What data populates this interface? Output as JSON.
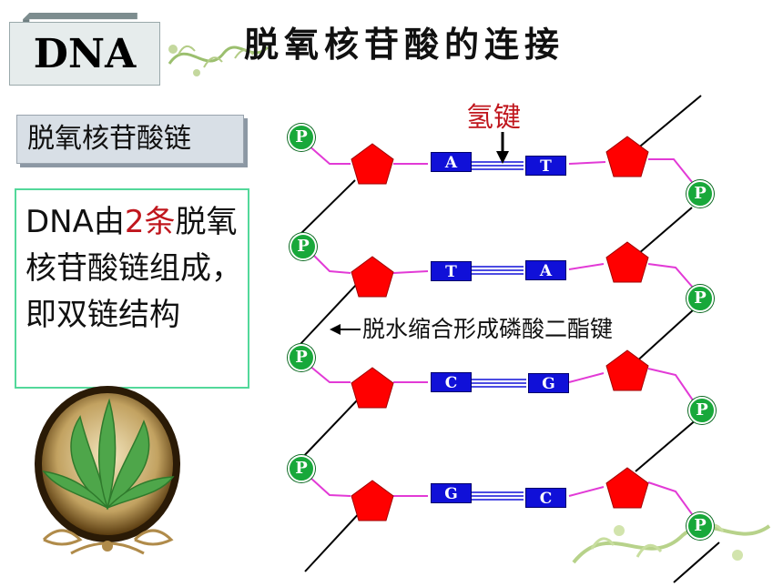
{
  "header": {
    "tag_label": "DNA",
    "title": "脱氧核苷酸的连接"
  },
  "subtitle": "脱氧核苷酸链",
  "description": {
    "part1": "DNA由",
    "highlight": "2条",
    "part2": "脱氧核苷酸链组成，即双链结构"
  },
  "diagram": {
    "hydrogen_bond_label": "氢键",
    "dehydration_label": "脱水缩合形成磷酸二酯键",
    "phosphate_label": "P",
    "base_pairs": [
      {
        "left": "A",
        "right": "T"
      },
      {
        "left": "T",
        "right": "A"
      },
      {
        "left": "C",
        "right": "G"
      },
      {
        "left": "G",
        "right": "C"
      }
    ]
  },
  "colors": {
    "sugar": "#ff0000",
    "base": "#1010d8",
    "phosphate": "#18a83a",
    "bond_line": "#e23ad6",
    "highlight_red": "#c0161d"
  }
}
